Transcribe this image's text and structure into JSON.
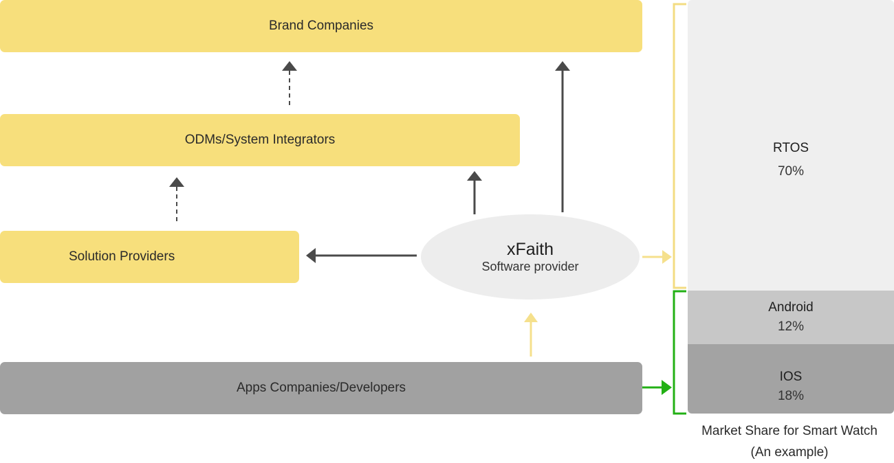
{
  "diagram": {
    "boxes": {
      "brand_companies": "Brand Companies",
      "odms_system_integrators": "ODMs/System Integrators",
      "solution_providers": "Solution Providers",
      "apps_companies_developers": "Apps Companies/Developers"
    },
    "center_node": {
      "name": "xFaith",
      "subtitle": "Software provider"
    },
    "colors": {
      "box_yellow": "#f7df7c",
      "box_gray": "#a1a1a1",
      "arrow_dark": "#4a4a4a",
      "arrow_yellow": "#f5e08c",
      "arrow_green": "#22b014",
      "bracket_yellow": "#f3dc82"
    }
  },
  "market_share": {
    "segments": [
      {
        "name": "RTOS",
        "percent": "70%",
        "share": 70,
        "color": "#efefef"
      },
      {
        "name": "Android",
        "percent": "12%",
        "share": 12,
        "color": "#c7c7c7"
      },
      {
        "name": "IOS",
        "percent": "18%",
        "share": 18,
        "color": "#a3a3a3"
      }
    ],
    "caption_line1": "Market Share for Smart Watch",
    "caption_line2": "(An example)"
  }
}
